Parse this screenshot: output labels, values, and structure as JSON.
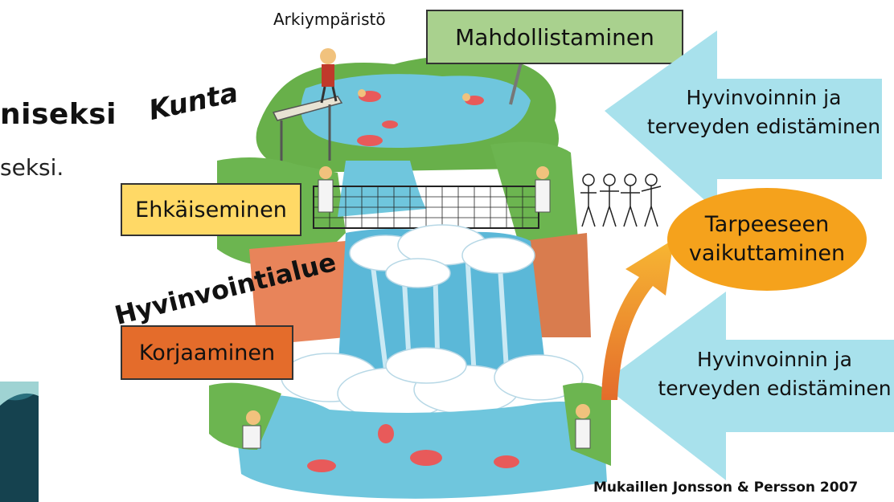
{
  "left_fragments": {
    "title_fragment": "niseksi",
    "subtitle_fragment": "seksi."
  },
  "labels": {
    "arkiymparisto": "Arkiympäristö",
    "kunta": "Kunta",
    "hyvinvointialue": "Hyvinvointialue"
  },
  "boxes": {
    "mahdollistaminen": "Mahdollistaminen",
    "ehkaiseminen": "Ehkäiseminen",
    "korjaaminen": "Korjaaminen"
  },
  "arrows": {
    "top": {
      "line1": "Hyvinvoinnin ja",
      "line2": "terveyden edistäminen"
    },
    "bottom": {
      "line1": "Hyvinvoinnin ja",
      "line2": "terveyden edistäminen"
    }
  },
  "oval": {
    "line1": "Tarpeeseen",
    "line2": "vaikuttaminen"
  },
  "source": "Mukaillen Jonsson & Persson 2007",
  "colors": {
    "mahdollistaminen_box": "#a9d18e",
    "ehkaiseminen_box": "#ffd966",
    "korjaaminen_box": "#e46c2b",
    "arrow": "#a8e1ec",
    "oval": "#f5a21c",
    "teal_deco": "#1f5a6a"
  }
}
